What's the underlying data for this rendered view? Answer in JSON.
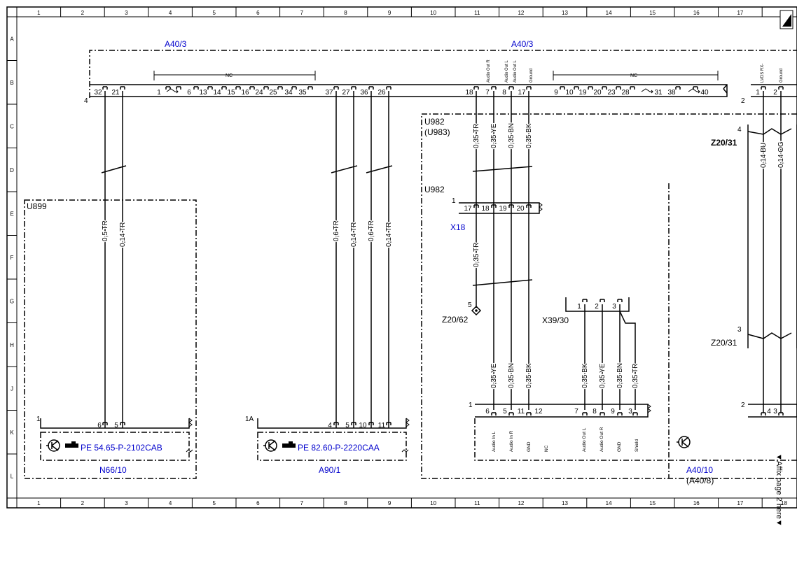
{
  "grid": {
    "columns": [
      "1",
      "2",
      "3",
      "4",
      "5",
      "6",
      "7",
      "8",
      "9",
      "10",
      "11",
      "12",
      "13",
      "14",
      "15",
      "16",
      "17",
      "18"
    ],
    "rows": [
      "A",
      "B",
      "C",
      "D",
      "E",
      "F",
      "G",
      "H",
      "J",
      "K",
      "L"
    ]
  },
  "components": {
    "a40_3_left": "A40/3",
    "a40_3_right": "A40/3",
    "u899": "U899",
    "u982_top": "U982",
    "u983": "(U983)",
    "u982_mid": "U982",
    "x18": "X18",
    "z20_62": "Z20/62",
    "x39_30": "X39/30",
    "z20_31_top": "Z20/31",
    "z20_31_bottom": "Z20/31",
    "n66_10": "N66/10",
    "a90_1": "A90/1",
    "a40_10": "A40/10",
    "a40_8": "(A40/8)",
    "pe_n66": "PE 54.65-P-2102CAB",
    "pe_a90": "PE 82.60-P-2220CAA"
  },
  "connector_a40_3": {
    "pin_group_label": "4",
    "pins_left": [
      "32",
      "21",
      "1",
      "6",
      "13",
      "14",
      "15",
      "16",
      "24",
      "25",
      "34",
      "35",
      "37",
      "27",
      "36",
      "26"
    ],
    "pins_mid": [
      "18",
      "7",
      "8",
      "17",
      "9",
      "10",
      "19",
      "20",
      "23",
      "28",
      "31",
      "38",
      "40"
    ],
    "right_label": "2",
    "pins_right": [
      "1",
      "2"
    ],
    "nc_label_1": "NC",
    "nc_label_2": "NC",
    "pin_captions": [
      "Audio Out R",
      "Audio Out L",
      "Audio Out L",
      "Ground",
      "LVDS RX-",
      "Ground"
    ]
  },
  "wires": {
    "w_n66_1": "0,5 TR",
    "w_n66_2": "0,14 TR",
    "w_a90_1": "0,6 TR",
    "w_a90_2": "0,14 TR",
    "w_a90_3": "0,6 TR",
    "w_a90_4": "0,14 TR",
    "w_u982_1": "0,35 TR",
    "w_u982_2": "0,35 YE",
    "w_u982_3": "0,35 BN",
    "w_u982_4": "0,35 BK",
    "w_x18_tr": "0,35 TR",
    "w_low_1": "0,35 YE",
    "w_low_2": "0,35 BN",
    "w_low_3": "0,35 BK",
    "w_x39_1": "0,35 BK",
    "w_x39_2": "0,35 YE",
    "w_x39_3": "0,35 BN",
    "w_x39_4": "0,35 TR",
    "w_z20_1": "0,14 BU",
    "w_z20_2": "0,14 OG"
  },
  "x18_pins": [
    "17",
    "18",
    "19",
    "20"
  ],
  "x18_pin_num": "1",
  "x39_pins": [
    "1",
    "2",
    "3"
  ],
  "z20_62_pin": "5",
  "z20_31_pin_top": "4",
  "z20_31_pin_bottom": "3",
  "n66_pins": [
    "6",
    "5"
  ],
  "n66_pin_num": "1",
  "a90_pins": [
    "4",
    "5",
    "10",
    "11"
  ],
  "a90_pin_num": "1A",
  "a40_10_pins": [
    "6",
    "5",
    "11",
    "12",
    "7",
    "8",
    "9",
    "3"
  ],
  "a40_10_pin_num": "1",
  "a40_10_captions": [
    "Audio In L",
    "Audio In R",
    "GND",
    "NC",
    "Audio Out L",
    "Audio Out R",
    "GND",
    "Shield"
  ],
  "a40_10_right_pins": [
    "4",
    "3"
  ],
  "a40_10_right_num": "2",
  "affix_text": "▼Affix page 2 here▼"
}
